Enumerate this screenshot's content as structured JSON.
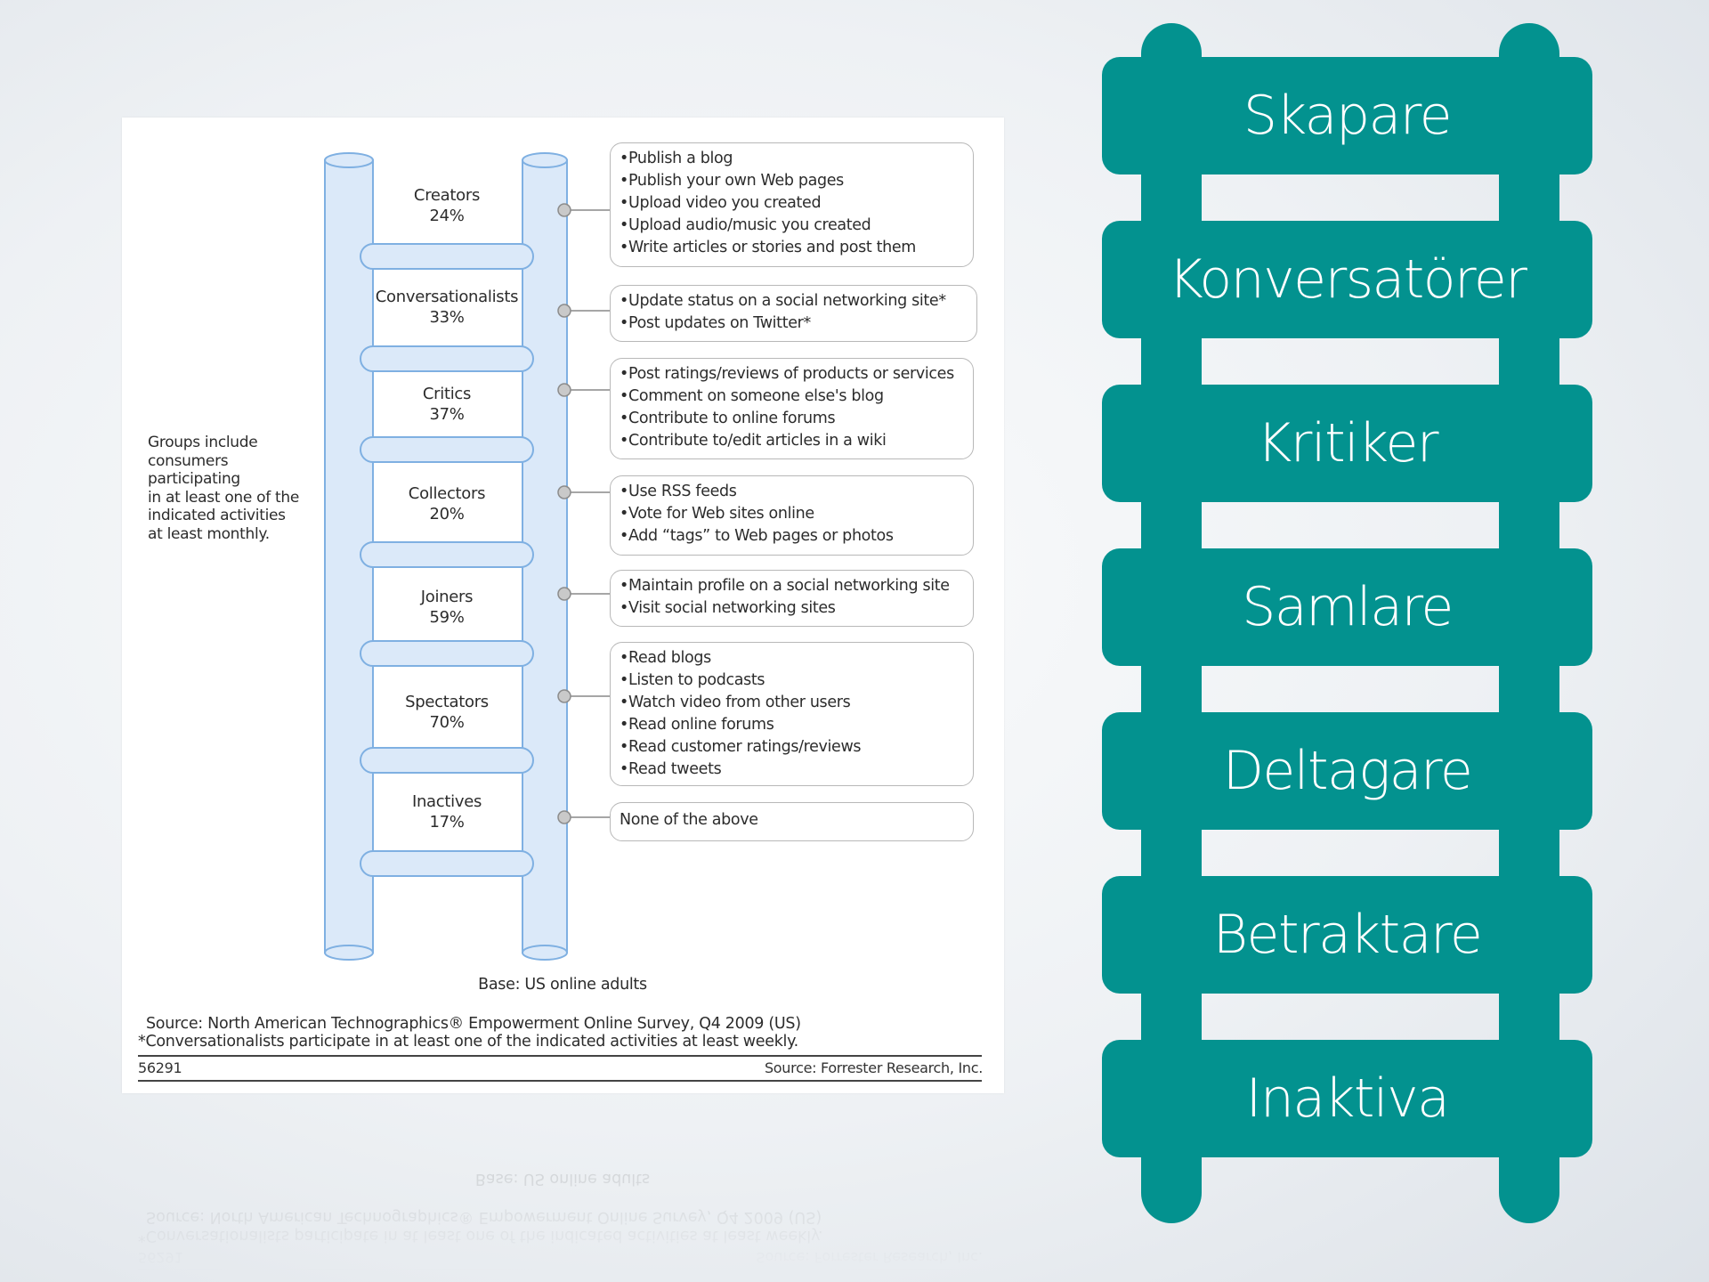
{
  "figure": {
    "groups_note": [
      "Groups include",
      "consumers",
      "participating",
      "in at least one of the",
      "indicated activities",
      "at least monthly."
    ],
    "rungs": [
      {
        "name": "Creators",
        "percent": "24%",
        "activities": [
          "Publish a blog",
          "Publish your own Web pages",
          "Upload video you created",
          "Upload audio/music you created",
          "Write articles or stories and post them"
        ]
      },
      {
        "name": "Conversationalists",
        "percent": "33%",
        "activities": [
          "Update status on a social networking site*",
          "Post updates on Twitter*"
        ]
      },
      {
        "name": "Critics",
        "percent": "37%",
        "activities": [
          "Post ratings/reviews of products or services",
          "Comment on someone else's blog",
          "Contribute to online forums",
          "Contribute to/edit articles in a wiki"
        ]
      },
      {
        "name": "Collectors",
        "percent": "20%",
        "activities": [
          "Use RSS feeds",
          "Vote for Web sites online",
          "Add “tags” to Web pages or photos"
        ]
      },
      {
        "name": "Joiners",
        "percent": "59%",
        "activities": [
          "Maintain profile on a social networking site",
          "Visit social networking sites"
        ]
      },
      {
        "name": "Spectators",
        "percent": "70%",
        "activities": [
          "Read blogs",
          "Listen to podcasts",
          "Watch video from other users",
          "Read online forums",
          "Read customer ratings/reviews",
          "Read tweets"
        ]
      },
      {
        "name": "Inactives",
        "percent": "17%",
        "activities": [
          "None of the above"
        ]
      }
    ],
    "base_label": "Base: US online adults",
    "source_line": "Source: North American Technographics® Empowerment Online Survey, Q4 2009 (US)",
    "footnote": "*Conversationalists participate in at least one of  the indicated activities at least weekly.",
    "figure_id": "56291",
    "credit": "Source: Forrester Research, Inc."
  },
  "ladder": {
    "color": "#03928f",
    "rungs": [
      "Skapare",
      "Konversatörer",
      "Kritiker",
      "Samlare",
      "Deltagare",
      "Betraktare",
      "Inaktiva"
    ]
  }
}
